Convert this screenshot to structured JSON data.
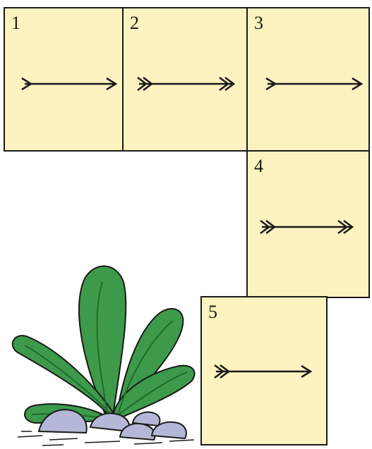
{
  "colors": {
    "panel_fill": "#fcf3c0",
    "outline": "#1a1a1a",
    "leaf": "#3c9a4a",
    "leaf_dark": "#1f6b2e",
    "rock": "#b5b7d6",
    "rock_dark": "#7c7ea6",
    "background": "#ffffff"
  },
  "panels": [
    {
      "number": "1",
      "arrow": "single-fletched-arrow-icon"
    },
    {
      "number": "2",
      "arrow": "double-chevron-arrow-icon"
    },
    {
      "number": "3",
      "arrow": "single-fletched-arrow-icon"
    },
    {
      "number": "4",
      "arrow": "double-chevron-arrow-icon"
    },
    {
      "number": "5",
      "arrow": "double-fletched-arrow-icon"
    }
  ],
  "illustration": {
    "plant": "fern-plant-icon",
    "rocks": "rocks-icon"
  }
}
